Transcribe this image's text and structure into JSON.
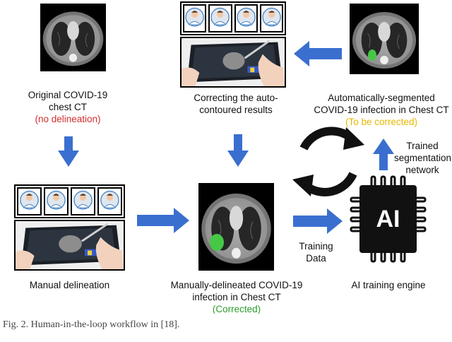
{
  "nodes": {
    "original": {
      "line1": "Original COVID-19",
      "line2": "chest CT",
      "note": "(no delineation)",
      "note_color": "#d32f2f"
    },
    "manual": {
      "label": "Manual delineation"
    },
    "correcting": {
      "line1": "Correcting the auto-",
      "line2": "contoured results"
    },
    "auto_seg": {
      "line1": "Automatically-segmented",
      "line2": "COVID-19 infection in Chest CT",
      "note": "(To be corrected)",
      "note_color": "#e6b800"
    },
    "manual_ct": {
      "line1": "Manually-delineated COVID-19",
      "line2": "infection in Chest CT",
      "note": "(Corrected)",
      "note_color": "#2e9e2e"
    },
    "ai_engine": {
      "label": "AI training engine",
      "chip_text": "AI"
    },
    "trained": {
      "line1": "Trained",
      "line2": "segmentation",
      "line3": "network"
    },
    "training_data": {
      "line1": "Training",
      "line2": "Data"
    }
  },
  "colors": {
    "arrow": "#3a6fd0",
    "lesion": "#45c845"
  },
  "caption": "Fig. 2. Human-in-the-loop workflow in [18]."
}
